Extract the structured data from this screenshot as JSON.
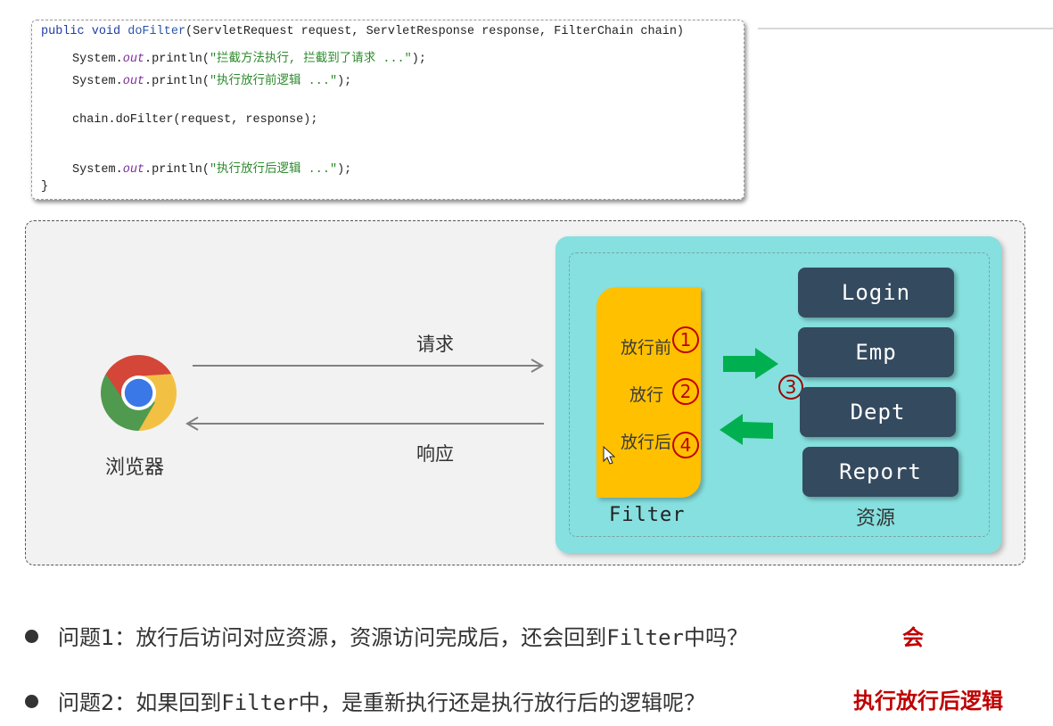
{
  "code": {
    "signature": {
      "kw1": "public",
      "kw2": "void",
      "method": "doFilter",
      "params": "(ServletRequest request, ServletResponse response, FilterChain chain)"
    },
    "lines": [
      {
        "prefix": "System.",
        "out": "out",
        "mid": ".println(",
        "str": "\"拦截方法执行, 拦截到了请求 ...\"",
        "suffix": ");"
      },
      {
        "prefix": "System.",
        "out": "out",
        "mid": ".println(",
        "str": "\"执行放行前逻辑 ...\"",
        "suffix": ");"
      },
      {
        "plain": "chain.doFilter(request, response);"
      },
      {
        "prefix": "System.",
        "out": "out",
        "mid": ".println(",
        "str": "\"执行放行后逻辑 ...\"",
        "suffix": ");"
      }
    ],
    "closing": "}"
  },
  "diagram": {
    "browser_label": "浏览器",
    "browser_icon": "chrome-icon",
    "request_label": "请求",
    "response_label": "响应",
    "filter": {
      "label": "Filter",
      "steps": [
        {
          "text": "放行前",
          "num": "1"
        },
        {
          "text": "放行",
          "num": "2"
        },
        {
          "text": "放行后",
          "num": "4"
        }
      ]
    },
    "resource_step_num": "3",
    "resources_label": "资源",
    "resources": [
      "Login",
      "Emp",
      "Dept",
      "Report"
    ],
    "colors": {
      "filter": "#ffc000",
      "server": "#86e0df",
      "resource": "#344a5f",
      "green_arrow": "#00b050",
      "step_num": "#c00000"
    }
  },
  "questions": [
    {
      "prefix": "问题1：放行后访问对应资源，资源访问完成后，还会回到",
      "mono": "Filter",
      "suffix": "中吗？",
      "answer": "会"
    },
    {
      "prefix": "问题2：如果回到",
      "mono": "Filter",
      "suffix": "中，是重新执行还是执行放行后的逻辑呢？",
      "answer": "执行放行后逻辑"
    }
  ]
}
